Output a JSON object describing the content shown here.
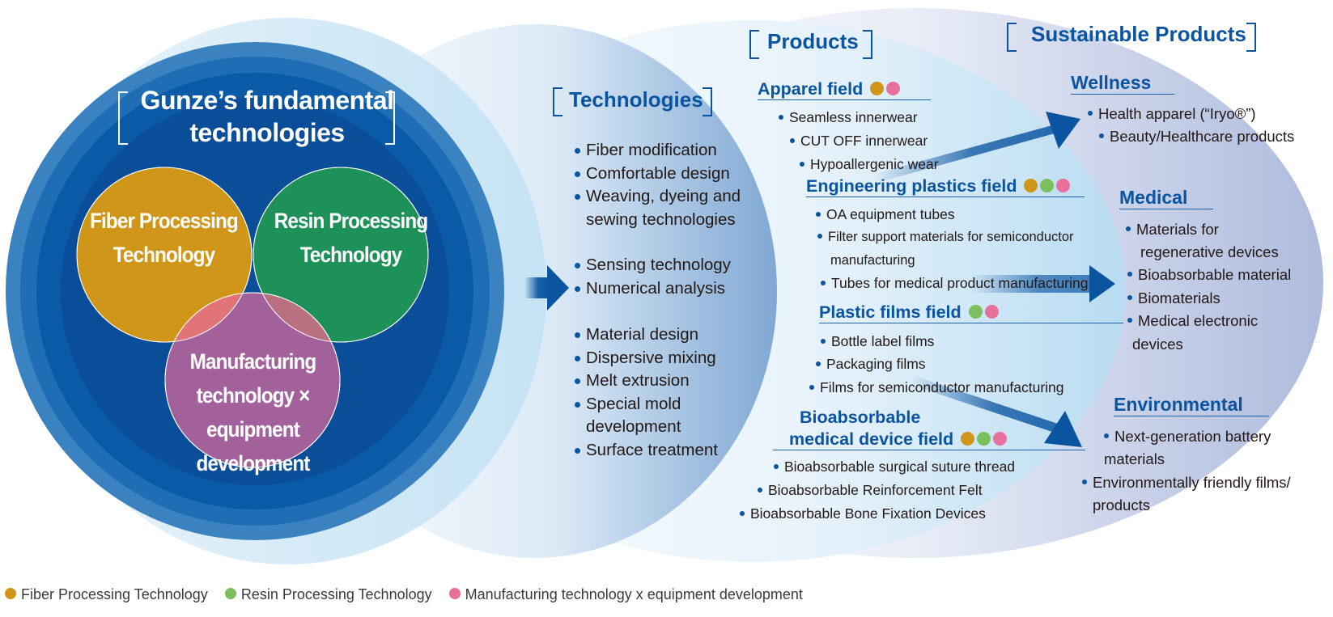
{
  "colors": {
    "fiber": "#d0961a",
    "resin": "#7ac05c",
    "manufacturing": "#e8719b",
    "accent_blue": "#0a54a0"
  },
  "fundamental": {
    "title_line1": "Gunze’s fundamental",
    "title_line2": "technologies",
    "venn": {
      "fiber": [
        "Fiber Processing",
        "Technology"
      ],
      "resin": [
        "Resin Processing",
        "Technology"
      ],
      "manufacturing": [
        "Manufacturing",
        "technology × equipment",
        "development"
      ]
    }
  },
  "technologies": {
    "heading": "Technologies",
    "groups": [
      [
        "Fiber modification",
        "Comfortable design",
        "Weaving, dyeing and",
        "sewing technologies"
      ],
      [
        "Sensing technology",
        "Numerical analysis"
      ],
      [
        "Material design",
        "Dispersive mixing",
        "Melt extrusion",
        "Special mold",
        "development",
        "Surface treatment"
      ]
    ]
  },
  "products": {
    "heading": "Products",
    "fields": [
      {
        "name": "Apparel field",
        "dots": [
          "fiber",
          "manufacturing"
        ],
        "items": [
          "Seamless innerwear",
          "CUT OFF innerwear",
          "Hypoallergenic wear"
        ]
      },
      {
        "name": "Engineering plastics field",
        "dots": [
          "fiber",
          "resin",
          "manufacturing"
        ],
        "items": [
          "OA equipment tubes",
          "Filter support materials for semiconductor",
          "manufacturing",
          "Tubes for medical product manufacturing"
        ]
      },
      {
        "name": "Plastic films field",
        "dots": [
          "resin",
          "manufacturing"
        ],
        "items": [
          "Bottle label films",
          "Packaging films",
          "Films for semiconductor manufacturing"
        ]
      },
      {
        "name_line1": "Bioabsorbable",
        "name_line2": "medical device field",
        "dots": [
          "fiber",
          "resin",
          "manufacturing"
        ],
        "items": [
          "Bioabsorbable surgical suture thread",
          "Bioabsorbable Reinforcement Felt",
          "Bioabsorbable Bone Fixation Devices"
        ]
      }
    ]
  },
  "sustainable": {
    "heading": "Sustainable Products",
    "categories": [
      {
        "name": "Wellness",
        "items": [
          "Health apparel (“Iryo®”)",
          "Beauty/Healthcare products"
        ]
      },
      {
        "name": "Medical",
        "items": [
          "Materials for",
          "regenerative devices",
          "Bioabsorbable material",
          "Biomaterials",
          "Medical electronic",
          "devices"
        ]
      },
      {
        "name": "Environmental",
        "items": [
          "Next-generation battery",
          "materials",
          "Environmentally friendly films/",
          "products"
        ]
      }
    ]
  },
  "legend": [
    {
      "key": "fiber",
      "label": "Fiber Processing Technology"
    },
    {
      "key": "resin",
      "label": "Resin Processing Technology"
    },
    {
      "key": "manufacturing",
      "label": "Manufacturing technology x equipment development"
    }
  ]
}
